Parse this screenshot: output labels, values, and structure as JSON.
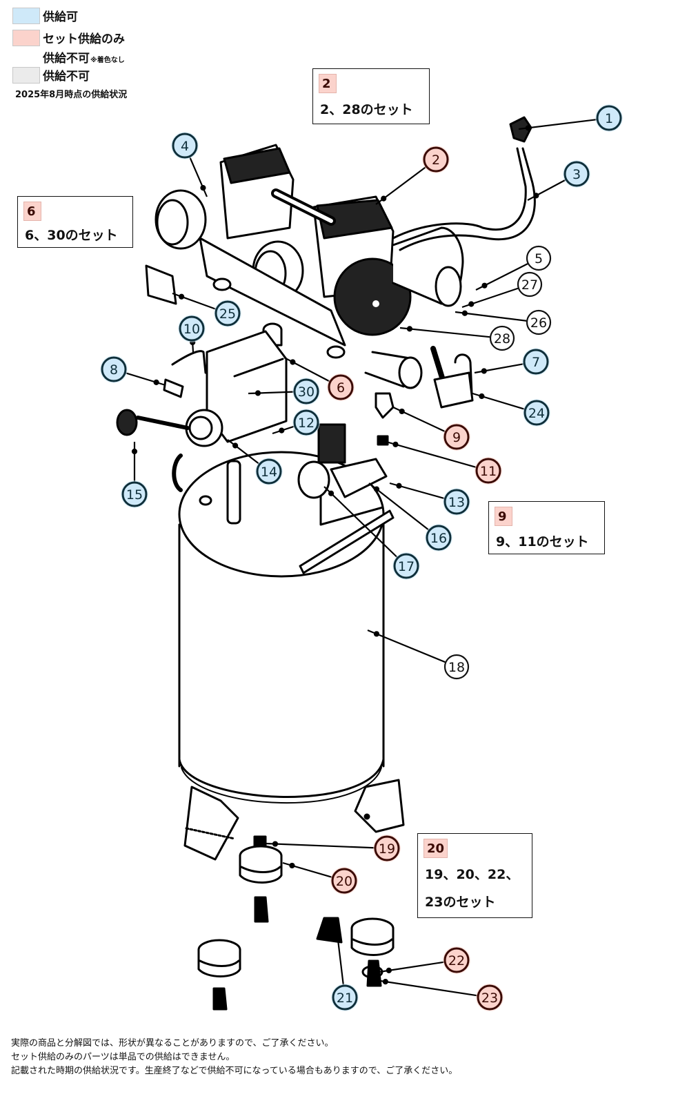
{
  "legend": {
    "items": [
      {
        "key": "available",
        "label": "供給可",
        "note": "",
        "color": "#cfe9f9"
      },
      {
        "key": "set_only",
        "label": "セット供給のみ",
        "note": "",
        "color": "#fbd3cc"
      },
      {
        "key": "unavailable_nocolor",
        "label": "供給不可",
        "note": "※着色なし",
        "color": "none"
      },
      {
        "key": "unavailable",
        "label": "供給不可",
        "note": "",
        "color": "#ebebeb"
      }
    ],
    "as_of": "2025年8月時点の供給状況"
  },
  "status_colors": {
    "available": {
      "fill": "#cfe9f9",
      "stroke": "#0f2f3a",
      "text": "#0f2f3a"
    },
    "set_only": {
      "fill": "#fbd3cc",
      "stroke": "#3a0a04",
      "text": "#3a0a04"
    },
    "unavailable_nocolor": {
      "fill": "#ffffff",
      "stroke": "#111111",
      "text": "#111111"
    }
  },
  "set_boxes": [
    {
      "badge": "2",
      "lines": [
        "2、28のセット"
      ]
    },
    {
      "badge": "6",
      "lines": [
        "6、30のセット"
      ]
    },
    {
      "badge": "9",
      "lines": [
        "9、11のセット"
      ]
    },
    {
      "badge": "20",
      "lines": [
        "19、20、22、",
        "23のセット"
      ]
    }
  ],
  "callouts": [
    {
      "num": "1",
      "status": "available"
    },
    {
      "num": "2",
      "status": "set_only"
    },
    {
      "num": "3",
      "status": "available"
    },
    {
      "num": "4",
      "status": "available"
    },
    {
      "num": "5",
      "status": "unavailable_nocolor"
    },
    {
      "num": "6",
      "status": "set_only"
    },
    {
      "num": "7",
      "status": "available"
    },
    {
      "num": "8",
      "status": "available"
    },
    {
      "num": "9",
      "status": "set_only"
    },
    {
      "num": "10",
      "status": "available"
    },
    {
      "num": "11",
      "status": "set_only"
    },
    {
      "num": "12",
      "status": "available"
    },
    {
      "num": "13",
      "status": "available"
    },
    {
      "num": "14",
      "status": "available"
    },
    {
      "num": "15",
      "status": "available"
    },
    {
      "num": "16",
      "status": "available"
    },
    {
      "num": "17",
      "status": "available"
    },
    {
      "num": "18",
      "status": "unavailable_nocolor"
    },
    {
      "num": "19",
      "status": "set_only"
    },
    {
      "num": "20",
      "status": "set_only"
    },
    {
      "num": "21",
      "status": "available"
    },
    {
      "num": "22",
      "status": "set_only"
    },
    {
      "num": "23",
      "status": "set_only"
    },
    {
      "num": "24",
      "status": "available"
    },
    {
      "num": "25",
      "status": "available"
    },
    {
      "num": "26",
      "status": "unavailable_nocolor"
    },
    {
      "num": "27",
      "status": "unavailable_nocolor"
    },
    {
      "num": "28",
      "status": "unavailable_nocolor"
    },
    {
      "num": "30",
      "status": "available"
    }
  ],
  "notes": [
    "実際の商品と分解図では、形状が異なることがありますので、ご了承ください。",
    "セット供給のみのパーツは単品での供給はできません。",
    "記載された時期の供給状況です。生産終了などで供給不可になっている場合もありますので、ご了承ください。"
  ]
}
